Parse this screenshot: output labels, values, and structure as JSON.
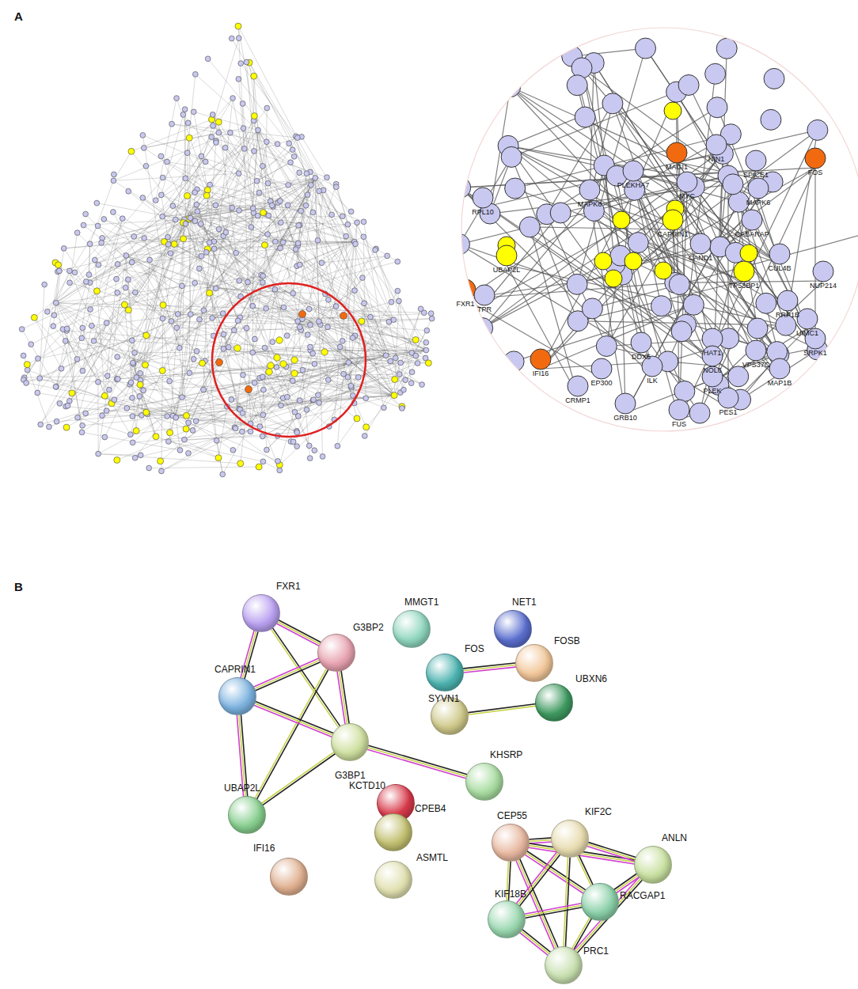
{
  "diagram": {
    "nodes": [
      {
        "text": [
          "FXR1"
        ]
      },
      {
        "text": [
          "MMGT1"
        ]
      },
      {
        "text": [
          "NET1"
        ]
      },
      {
        "text": [
          "G3BP2"
        ]
      },
      {
        "text": [
          "FOS"
        ]
      },
      {
        "text": [
          "FOSB"
        ]
      },
      {
        "text": [
          "UBXN6"
        ]
      },
      {
        "text": [
          "CAPRIN1"
        ]
      },
      {
        "text": [
          "SYVN1"
        ]
      },
      {
        "text": [
          "G3BP1"
        ]
      },
      {
        "text": [
          "KHSRP"
        ]
      },
      {
        "text": [
          "KCTD10"
        ]
      },
      {
        "text": [
          "UBAP2L"
        ]
      },
      {
        "text": [
          "CPEB4"
        ]
      },
      {
        "text": [
          "CEP55"
        ]
      },
      {
        "text": [
          "KIF2C"
        ]
      },
      {
        "text": [
          "ANLN"
        ]
      },
      {
        "text": [
          "IFI16"
        ]
      },
      {
        "text": [
          "ASMTL"
        ]
      },
      {
        "text": [
          "RACGAP1"
        ]
      },
      {
        "text": [
          "KIF18B"
        ]
      },
      {
        "text": [
          "PRC1"
        ]
      }
    ],
    "edges": [
      {
        "from": 0,
        "to": 3,
        "arrow": "none"
      },
      {
        "from": 0,
        "to": 7,
        "arrow": "none"
      },
      {
        "from": 0,
        "to": 9,
        "arrow": "none"
      },
      {
        "from": 3,
        "to": 7,
        "arrow": "none"
      },
      {
        "from": 3,
        "to": 9,
        "arrow": "none"
      },
      {
        "from": 3,
        "to": 12,
        "arrow": "none"
      },
      {
        "from": 7,
        "to": 9,
        "arrow": "none"
      },
      {
        "from": 7,
        "to": 12,
        "arrow": "none"
      },
      {
        "from": 9,
        "to": 12,
        "arrow": "none"
      },
      {
        "from": 9,
        "to": 10,
        "arrow": "none"
      },
      {
        "from": 4,
        "to": 5,
        "arrow": "none"
      },
      {
        "from": 8,
        "to": 6,
        "arrow": "none"
      },
      {
        "from": 14,
        "to": 15,
        "arrow": "none"
      },
      {
        "from": 14,
        "to": 19,
        "arrow": "none"
      },
      {
        "from": 14,
        "to": 20,
        "arrow": "none"
      },
      {
        "from": 14,
        "to": 21,
        "arrow": "none"
      },
      {
        "from": 14,
        "to": 16,
        "arrow": "none"
      },
      {
        "from": 15,
        "to": 19,
        "arrow": "none"
      },
      {
        "from": 15,
        "to": 20,
        "arrow": "none"
      },
      {
        "from": 15,
        "to": 16,
        "arrow": "none"
      },
      {
        "from": 15,
        "to": 21,
        "arrow": "none"
      },
      {
        "from": 19,
        "to": 16,
        "arrow": "none"
      },
      {
        "from": 19,
        "to": 20,
        "arrow": "none"
      },
      {
        "from": 19,
        "to": 21,
        "arrow": "none"
      },
      {
        "from": 20,
        "to": 21,
        "arrow": "none"
      },
      {
        "from": 16,
        "to": 21,
        "arrow": "none"
      }
    ],
    "labels": [
      "A",
      "FXR1",
      "IFI16",
      "FOS",
      "MAGI1",
      "CAPRIN1",
      "UBAP2L",
      "TP53BP1",
      "MAPK6",
      "RPL10",
      "EP300",
      "ILK",
      "CRMP1",
      "FUS",
      "GRB10",
      "PES1",
      "PLEK",
      "MAP1B",
      "SRPK1",
      "NUP214",
      "RRP1B",
      "UIMC1",
      "CUL4B",
      "GABARAP",
      "HAT1",
      "NOL6",
      "CAND1",
      "MYC",
      "SPICE1",
      "PLEKHA7",
      "VPS37C",
      "NIN1",
      "DDX5",
      "TPR",
      "MAPK8",
      "B"
    ]
  }
}
